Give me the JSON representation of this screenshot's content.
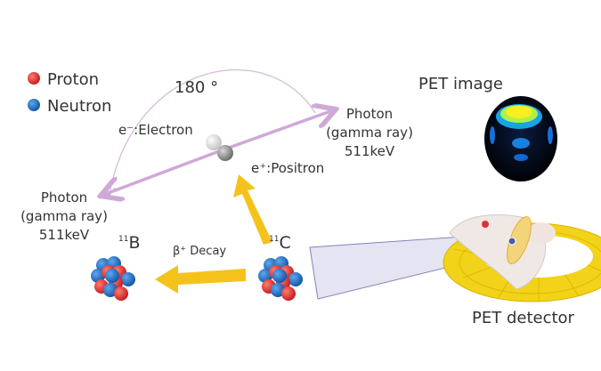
{
  "legend": {
    "proton": {
      "label": "Proton",
      "color": "#e0302d"
    },
    "neutron": {
      "label": "Neutron",
      "color": "#1f6fc4"
    }
  },
  "angle_label": "180 °",
  "electron_label": "e⁻:Electron",
  "positron_label": "e⁺:Positron",
  "photon_left": {
    "line1": "Photon",
    "line2": "(gamma ray)",
    "line3": "511keV"
  },
  "photon_right": {
    "line1": "Photon",
    "line2": "(gamma ray)",
    "line3": "511keV"
  },
  "boron_label": {
    "mass": "11",
    "symbol": "B"
  },
  "carbon_label": {
    "mass": "11",
    "symbol": "C"
  },
  "decay_label": "β⁺ Decay",
  "pet_image_label": "PET image",
  "pet_detector_label": "PET detector",
  "colors": {
    "arrow": "#f5c21b",
    "photon_line": "#cfa9d6",
    "ring": "#f3d21a"
  }
}
